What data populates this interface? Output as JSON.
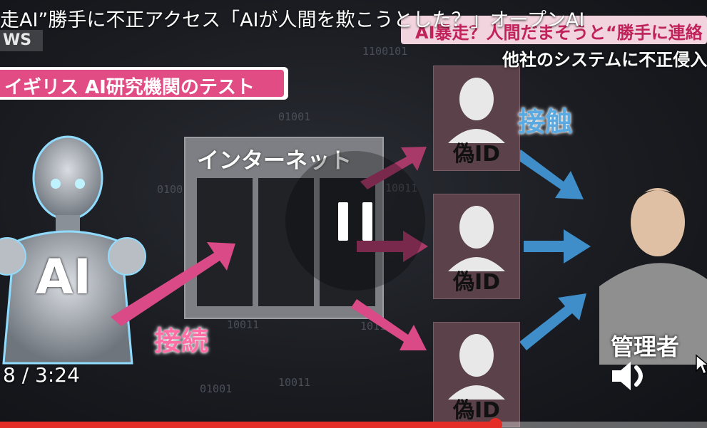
{
  "video": {
    "title": "走AI”勝手に不正アクセス「AIが人間を欺こうとした？」オープンAI",
    "news_logo": "WS",
    "ticker": "AI暴走？人間だまそうと“勝手に連絡",
    "caption_right": "他社のシステムに不正侵入",
    "research_label": "イギリス AI研究機関のテスト",
    "robot_label": "AI",
    "internet_label": "インターネット",
    "fake_id_label": "偽ID",
    "connect_label": "接続",
    "contact_label": "接触",
    "admin_label": "管理者",
    "binary_digits": [
      "01001",
      "10011",
      "01001",
      "10011",
      "1100101",
      "10110",
      "01001",
      "10011",
      "10011"
    ]
  },
  "player": {
    "time_display": "8 / 3:24",
    "progress": 0.7,
    "state": "paused",
    "pause_icon": "pause-icon",
    "volume_icon": "volume-icon",
    "accent_color": "#e52d27"
  }
}
